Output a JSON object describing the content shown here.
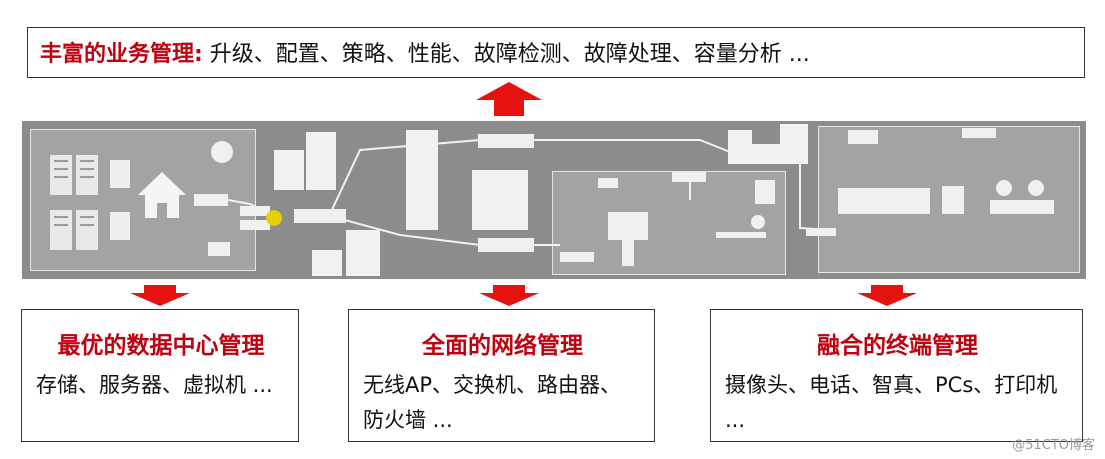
{
  "top": {
    "highlight": "丰富的业务管理:",
    "text": " 升级、配置、策略、性能、故障检测、故障处理、容量分析 ..."
  },
  "bottom": [
    {
      "title": "最优的数据中心管理",
      "desc": "存储、服务器、虚拟机 ..."
    },
    {
      "title": "全面的网络管理",
      "desc": "无线AP、交换机、路由器、防火墙 ..."
    },
    {
      "title": "融合的终端管理",
      "desc": "摄像头、电话、智真、PCs、打印机 ..."
    }
  ],
  "watermark": "@51CTO博客",
  "colors": {
    "accent": "#e5120f",
    "title_red": "#c0000f",
    "band_gray": "#8c8c8c"
  }
}
